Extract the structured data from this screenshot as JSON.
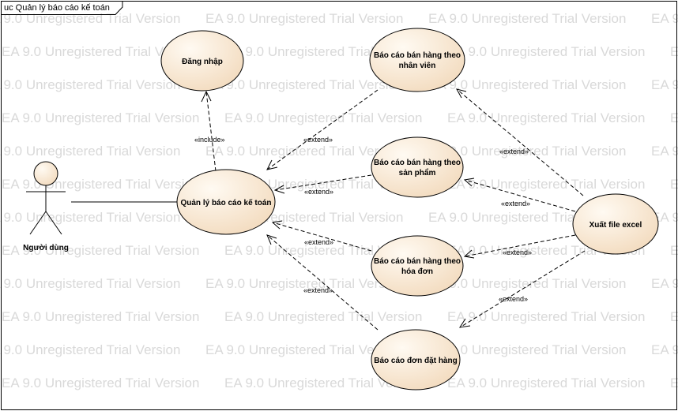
{
  "frame": {
    "title": "uc Quản lý báo cáo kế toán"
  },
  "watermark": {
    "text": "EA 9.0 Unregistered Trial Version"
  },
  "actor": {
    "name": "Người dùng"
  },
  "use_cases": {
    "login": "Đăng nhập",
    "main": "Quản lý báo cáo kế toán",
    "by_employee_l1": "Báo cáo bán hàng theo",
    "by_employee_l2": "nhân viên",
    "by_product_l1": "Báo cáo bán hàng theo",
    "by_product_l2": "sản phẩm",
    "by_invoice_l1": "Báo cáo bán hàng theo",
    "by_invoice_l2": "hóa đơn",
    "orders": "Báo cáo đơn đặt hàng",
    "export": "Xuất file excel"
  },
  "relations": {
    "include": "«include»",
    "extend": "«extend»"
  },
  "colors": {
    "usecase_fill": "#f8ead6",
    "stroke": "#000000",
    "watermark": "#d9d9d9"
  }
}
